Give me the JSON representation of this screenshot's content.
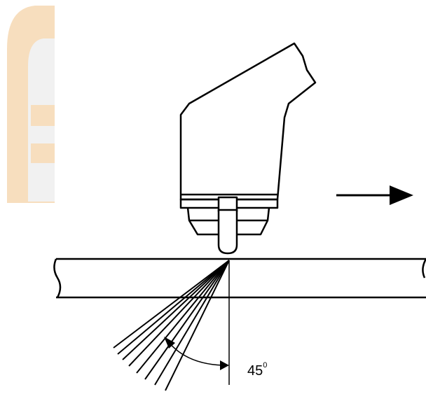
{
  "colors": {
    "ink": "#000000",
    "watermark": "#f2c48a",
    "watermark_inner": "#e6e6e6",
    "background": "#ffffff"
  },
  "icons": {
    "travel_direction": "arrow-right-icon",
    "logo": "watermark-logo"
  },
  "annotation": {
    "angle_value": "45",
    "angle_unit": "0"
  }
}
